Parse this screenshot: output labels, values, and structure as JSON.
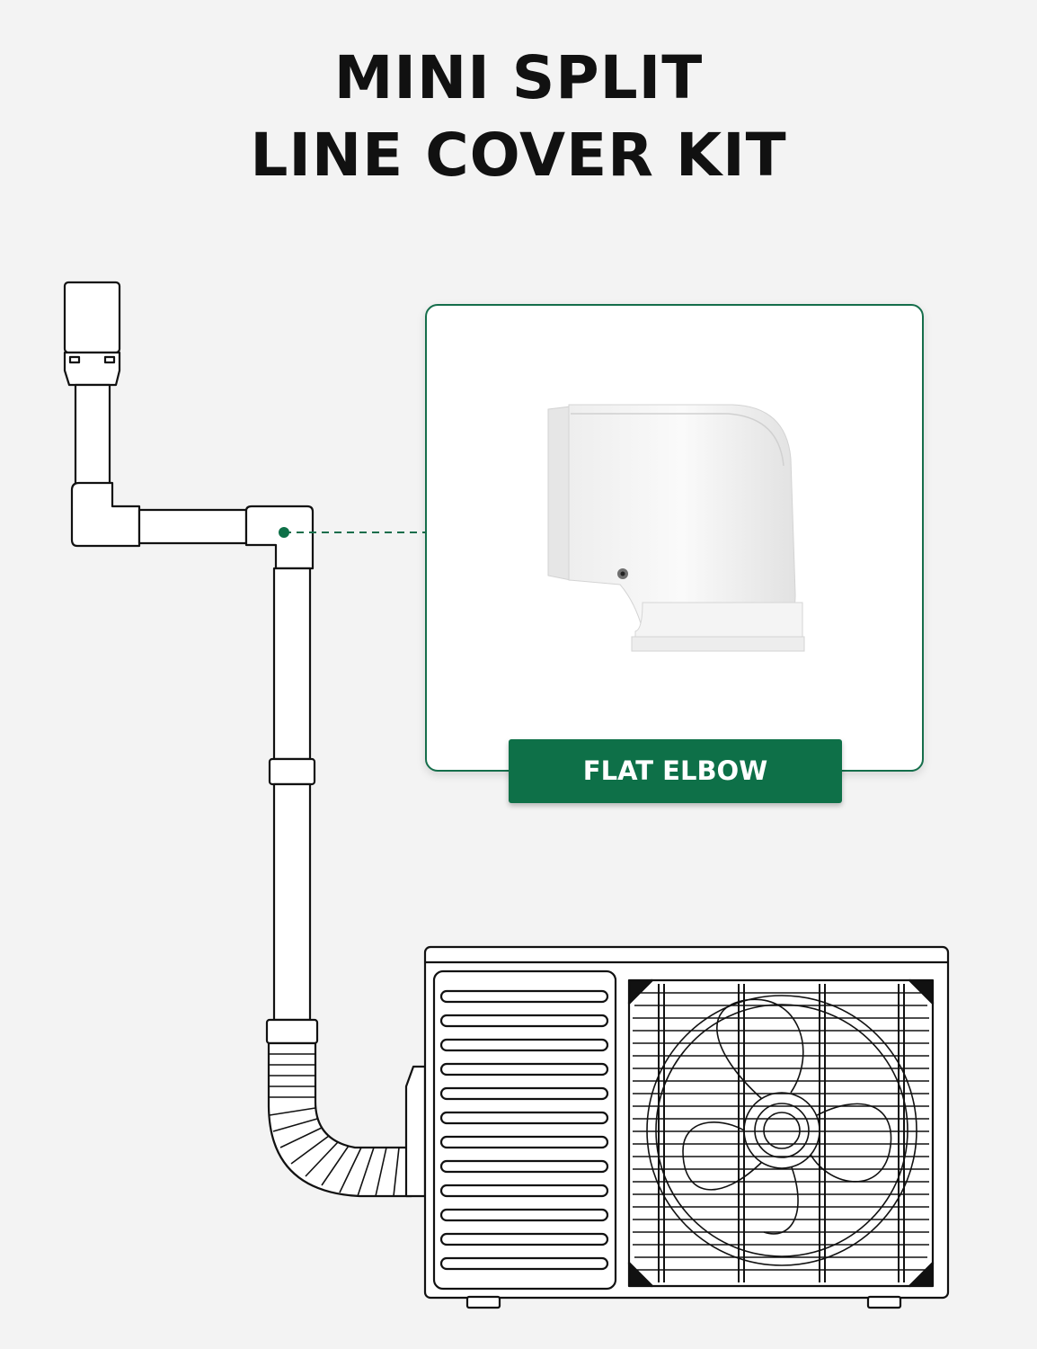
{
  "title": {
    "line1": "MINI SPLIT",
    "line2": "LINE COVER KIT"
  },
  "callout": {
    "label": "FLAT ELBOW",
    "image": "flat-elbow-product-photo"
  },
  "colors": {
    "accent": "#0e7048",
    "background": "#f3f3f3",
    "outline": "#111111"
  },
  "icons": [
    "flat-elbow-icon",
    "outdoor-unit-icon",
    "fan-icon",
    "connector-dot-icon"
  ]
}
